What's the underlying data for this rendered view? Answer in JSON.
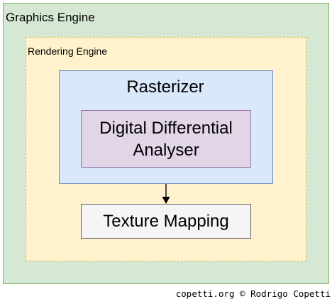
{
  "diagram": {
    "graphics_engine": "Graphics Engine",
    "rendering_engine": "Rendering Engine",
    "rasterizer": "Rasterizer",
    "dda": "Digital Differential Analyser",
    "texture_mapping": "Texture Mapping",
    "credit": "copetti.org © Rodrigo Copetti"
  },
  "colors": {
    "graphics_engine_fill": "#d5e8d4",
    "graphics_engine_stroke": "#82b366",
    "rendering_engine_fill": "#fff2cc",
    "rendering_engine_stroke": "#d6b656",
    "rasterizer_fill": "#dae8fc",
    "rasterizer_stroke": "#6c8ebf",
    "dda_fill": "#e1d5e7",
    "dda_stroke": "#9673a6",
    "texture_fill": "#f5f5f5",
    "texture_stroke": "#666666"
  }
}
